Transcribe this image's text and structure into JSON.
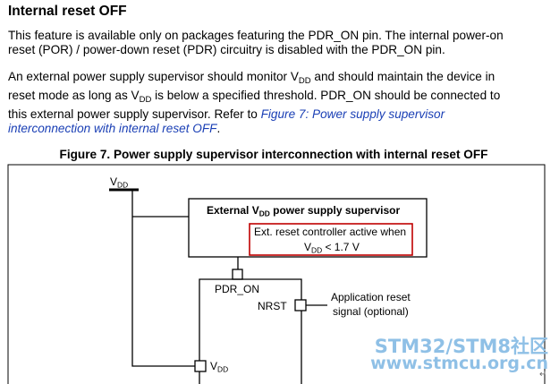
{
  "section": {
    "title": "Internal reset OFF"
  },
  "para1": {
    "line1": "This feature is available only on packages featuring the PDR_ON pin. The internal power-on",
    "line2": "reset (POR) / power-down reset (PDR) circuitry is disabled with the PDR_ON pin."
  },
  "para2": {
    "line1_a": "An external power supply supervisor should monitor V",
    "line1_sub": "DD",
    "line1_b": " and should maintain the device in",
    "line2_a": "reset mode as long as V",
    "line2_sub": "DD",
    "line2_b": " is below a specified threshold. PDR_ON should be connected to",
    "line3_a": "this external power supply supervisor. Refer to ",
    "line3_link": "Figure 7: Power supply supervisor",
    "line4_link": "interconnection with internal reset OFF",
    "line4_end": "."
  },
  "figure": {
    "title": "Figure 7. Power supply supervisor interconnection with internal reset OFF",
    "vdd_top_main": "V",
    "vdd_top_sub": "DD",
    "supervisor_title_a": "External V",
    "supervisor_title_sub": "DD",
    "supervisor_title_b": " power supply supervisor",
    "note_line1": "Ext. reset controller active when",
    "note_line2_a": "V",
    "note_line2_sub": "DD",
    "note_line2_b": " < 1.7 V",
    "pdr_on_label": "PDR_ON",
    "nrst_label": "NRST",
    "app_reset_line1": "Application reset",
    "app_reset_line2": "signal (optional)",
    "vdd_pin_main": "V",
    "vdd_pin_sub": "DD"
  },
  "watermark": {
    "line1": "STM32/STM8社区",
    "line2": "www.stmcu.org.cn"
  },
  "colors": {
    "link": "#1a3fb5",
    "highlight_box": "#c00000",
    "watermark": "#8fc0e6"
  }
}
